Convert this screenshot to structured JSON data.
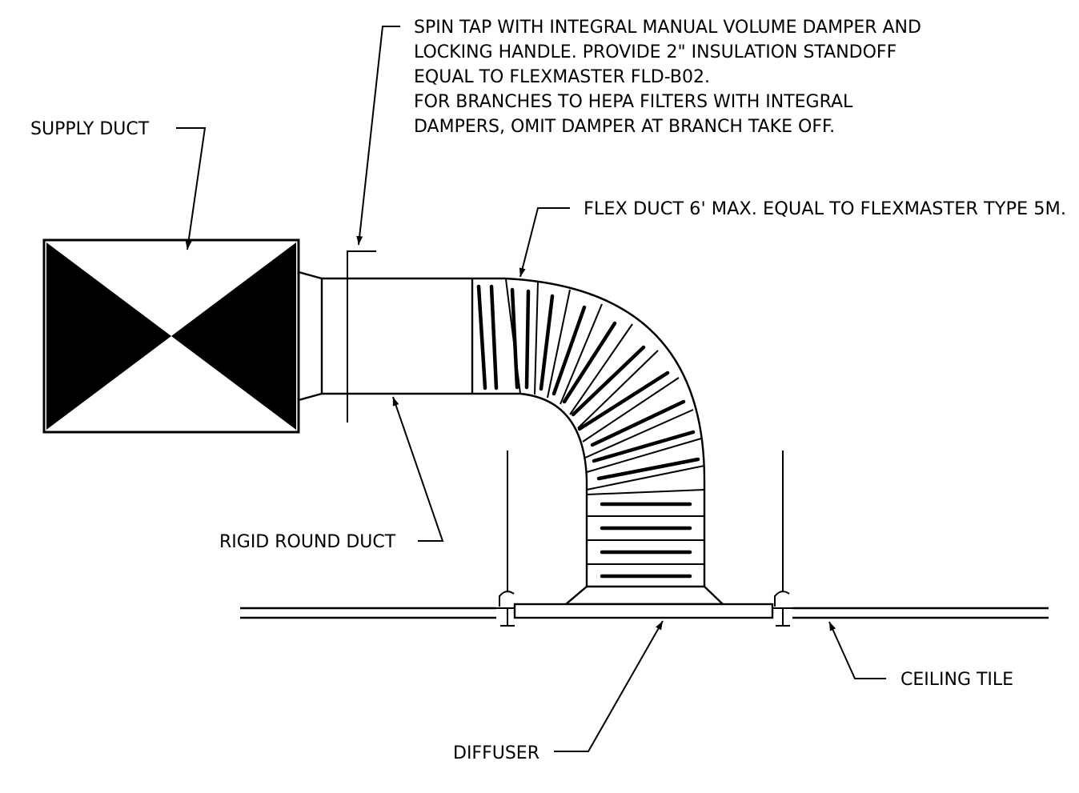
{
  "diagram": {
    "labels": {
      "spin_tap": [
        "SPIN TAP WITH INTEGRAL MANUAL VOLUME DAMPER AND",
        "LOCKING HANDLE.  PROVIDE 2\" INSULATION STANDOFF",
        "EQUAL TO FLEXMASTER FLD-B02.",
        "FOR BRANCHES TO HEPA FILTERS WITH INTEGRAL",
        "DAMPERS, OMIT DAMPER AT BRANCH TAKE OFF."
      ],
      "supply_duct": "SUPPLY DUCT",
      "flex_duct": "FLEX DUCT 6' MAX. EQUAL TO FLEXMASTER TYPE 5M.",
      "rigid_round_duct": "RIGID ROUND DUCT",
      "ceiling_tile": "CEILING TILE",
      "diffuser": "DIFFUSER"
    },
    "colors": {
      "line": "#000000",
      "background": "#ffffff"
    }
  }
}
